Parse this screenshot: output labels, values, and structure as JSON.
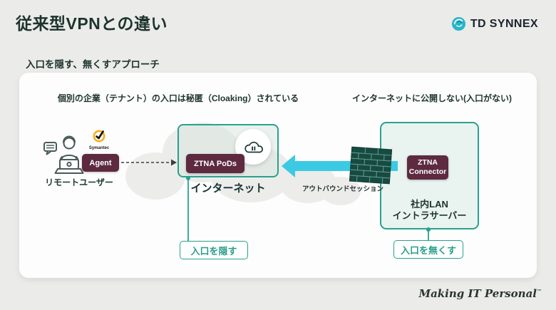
{
  "header": {
    "title": "従来型VPNとの違い",
    "brand": "TD SYNNEX"
  },
  "subtitle": "入口を隠す、無くすアプローチ",
  "panel": {
    "left_caption": "個別の企業（テナント）の入口は秘匿（Cloaking）されている",
    "right_caption": "インターネットに公開しない(入口がない)"
  },
  "remote_user": {
    "label": "リモートユーザー",
    "agent_badge": "Agent",
    "agent_vendor": "Symantec"
  },
  "internet": {
    "label": "インターネット",
    "pods_badge": "ZTNA PoDs",
    "hide_label": "入口を隠す"
  },
  "session": {
    "label": "アウトバウンドセッション"
  },
  "lan": {
    "connector_badge_line1": "ZTNA",
    "connector_badge_line2": "Connector",
    "label_line1": "社内LAN",
    "label_line2": "イントラサーバー",
    "remove_label": "入口を無くす"
  },
  "footer": {
    "tagline": "Making IT Personal",
    "tm": "™"
  },
  "colors": {
    "accent_teal": "#2aa18e",
    "arrow_cyan": "#3cc9e3",
    "badge_maroon": "#5d2a40",
    "symantec_yellow": "#f5b01c",
    "brand_teal": "#29b4ca",
    "title_ink": "#1d332e",
    "page_bg": "#ebebe9",
    "firewall_dark": "#174a41"
  }
}
